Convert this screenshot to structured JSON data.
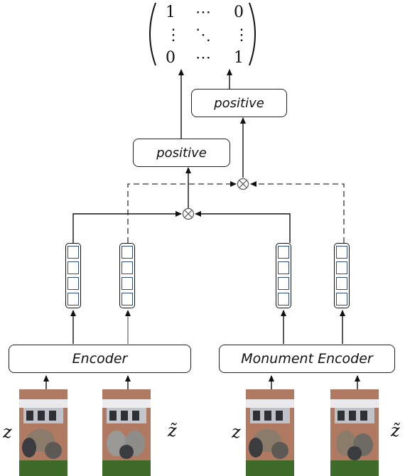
{
  "matrix": {
    "cells": [
      [
        "1",
        "⋯",
        "0"
      ],
      [
        "⋮",
        "⋱",
        "⋮"
      ],
      [
        "0",
        "⋯",
        "1"
      ]
    ]
  },
  "positive_left": "positive",
  "positive_right": "positive",
  "encoder_left": "Encoder",
  "encoder_right": "Monument Encoder",
  "input_labels": {
    "z": "z",
    "z_tilde": "z̃"
  },
  "icons": {
    "multiply": "circled-times-icon"
  }
}
